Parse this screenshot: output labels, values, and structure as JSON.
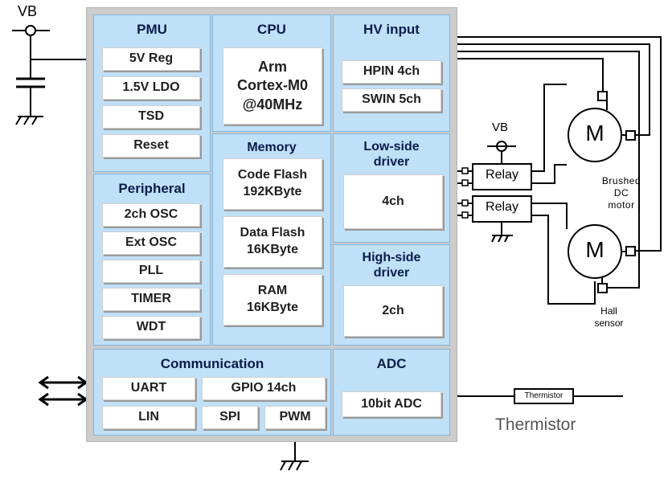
{
  "vb_left": "VB",
  "vb_right": "VB",
  "pmu": {
    "title": "PMU",
    "items": [
      "5V Reg",
      "1.5V  LDO",
      "TSD",
      "Reset"
    ]
  },
  "cpu": {
    "title": "CPU",
    "core": "Arm\nCortex-M0\n@40MHz"
  },
  "hv": {
    "title": "HV input",
    "items": [
      "HPIN 4ch",
      "SWIN 5ch"
    ]
  },
  "memory": {
    "title": "Memory",
    "items": [
      "Code Flash\n192KByte",
      "Data Flash\n16KByte",
      "RAM\n16KByte"
    ]
  },
  "lowside": {
    "title": "Low-side\ndriver",
    "value": "4ch"
  },
  "highside": {
    "title": "High-side\ndriver",
    "value": "2ch"
  },
  "peripheral": {
    "title": "Peripheral",
    "items": [
      "2ch OSC",
      "Ext OSC",
      "PLL",
      "TIMER",
      "WDT"
    ]
  },
  "communication": {
    "title": "Communication",
    "uart": "UART",
    "gpio": "GPIO 14ch",
    "lin": "LIN",
    "spi": "SPI",
    "pwm": "PWM"
  },
  "adc": {
    "title": "ADC",
    "value": "10bit ADC"
  },
  "relays": [
    "Relay",
    "Relay"
  ],
  "motor_symbol": "M",
  "motor_label": "Brushed\nDC\nmotor",
  "hall_label": "Hall\nsensor",
  "thermistor_box": "Thermistor",
  "thermistor_label": "Thermistor",
  "colors": {
    "section_fill": "#bfe0f7",
    "chip_fill": "#cccccc",
    "title_text": "#0a1c4a"
  }
}
